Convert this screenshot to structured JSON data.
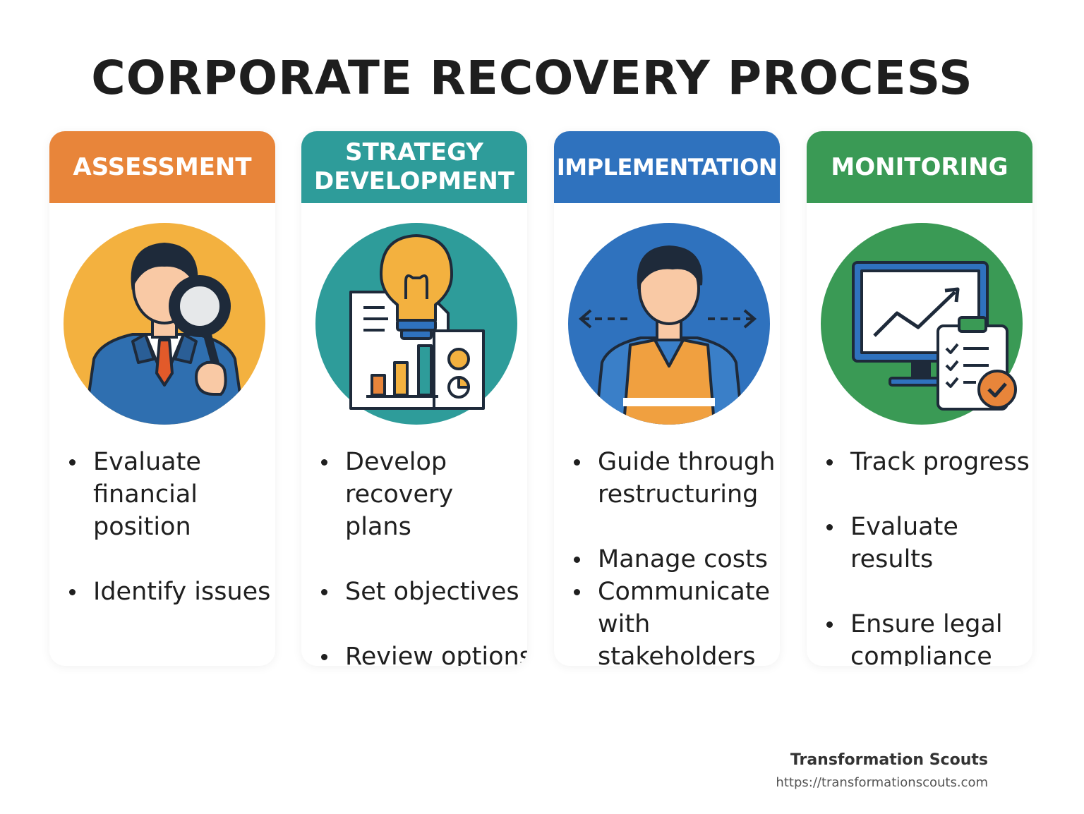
{
  "title": "CORPORATE RECOVERY PROCESS",
  "colors": {
    "assessment": "#E8853A",
    "strategy": "#2E9C9A",
    "implementation": "#2F72BE",
    "monitoring": "#3A9A55"
  },
  "stages": [
    {
      "header": "ASSESSMENT",
      "icon": "analyst-magnifier-icon",
      "bullets": [
        "Evaluate financial position",
        "Identify issues"
      ]
    },
    {
      "header_line1": "STRATEGY",
      "header_line2": "DEVELOPMENT",
      "icon": "lightbulb-report-icon",
      "bullets": [
        "Develop recovery plans",
        "Set objectives",
        "Review options"
      ]
    },
    {
      "header": "IMPLEMENTATION",
      "icon": "worker-vest-arrows-icon",
      "bullets": [
        "Guide through restructuring",
        "Manage costs",
        "Communicate with stakeholders"
      ]
    },
    {
      "header": "MONITORING",
      "icon": "monitor-checklist-icon",
      "bullets": [
        "Track progress",
        "Evaluate results",
        "Ensure legal compliance"
      ]
    }
  ],
  "footer": {
    "name": "Transformation Scouts",
    "url": "https://transformationscouts.com"
  }
}
